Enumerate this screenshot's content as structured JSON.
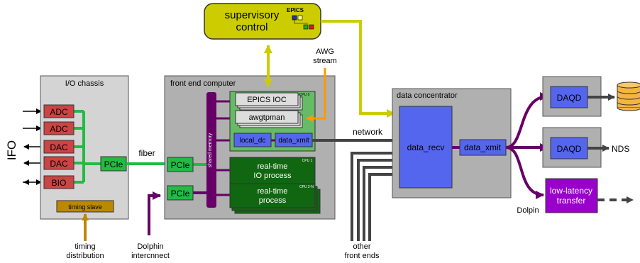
{
  "side_label": "IFO",
  "supervisory": {
    "line1": "supervisory",
    "line2": "control",
    "epics": "EPICS"
  },
  "io_chassis": {
    "title": "I/O chassis",
    "modules": [
      "ADC",
      "ADC",
      "DAC",
      "DAC",
      "BIO"
    ],
    "pcie": "PCIe",
    "timing_slave": "timing slave"
  },
  "front_end": {
    "title": "front end computer",
    "pcie_top": "PCIe",
    "pcie_bottom": "PCIe",
    "shared_memory": "shared memory",
    "cpu0": "CPU 0",
    "cpu1": "CPU 1",
    "cpu2": "CPU 2-N",
    "epics_ioc": "EPICS IOC",
    "awgtpman": "awgtpman",
    "local_dc": "local_dc",
    "data_xmit": "data_xmit",
    "rt_io_1": "real-time",
    "rt_io_2": "IO process",
    "rt_proc_1": "real-time",
    "rt_proc_2": "process"
  },
  "data_concentrator": {
    "title": "data concentrator",
    "recv": "data_recv",
    "xmit": "data_xmit"
  },
  "outputs": {
    "daqd_top": "DAQD",
    "daqd_bottom": "DAQD",
    "nds": "NDS",
    "low_latency_1": "low-latency",
    "low_latency_2": "transfer",
    "dolpin": "Dolpin"
  },
  "labels": {
    "fiber": "fiber",
    "network": "network",
    "awg_1": "AWG",
    "awg_2": "stream",
    "timing_1": "timing",
    "timing_2": "distribution",
    "dolphin_1": "Dolphin",
    "dolphin_2": "intercnnect",
    "other_1": "other",
    "other_2": "front ends"
  },
  "colors": {
    "yellow": "#cccc00",
    "green": "#22bb44",
    "purple": "#660066",
    "orange": "#ff9900",
    "gray_link": "#444444",
    "gold": "#bb8800",
    "module_red": "#cc4444",
    "blue_box": "#5566ee",
    "dark_green": "#116611",
    "light_green": "#66bb66",
    "violet": "#9900cc"
  }
}
